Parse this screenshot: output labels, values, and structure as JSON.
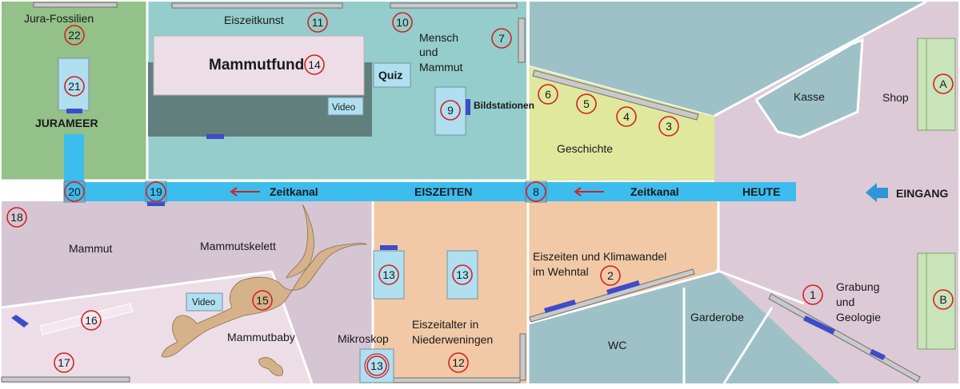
{
  "colors": {
    "jura": "#94c089",
    "eiszeit": "#94cdcb",
    "history": "#dfe89d",
    "mammut": "#d6c5d3",
    "mammutLight": "#ecdde7",
    "local": "#f1c9a6",
    "entry": "#dccad6",
    "service": "#9ec1c8",
    "timeChannel": "#3cbdee",
    "station": "#b0dff0",
    "stationStroke": "#7a8fa6",
    "marker": "#d32222",
    "wall": "#c9c9c9",
    "screen": "#3f4cc8",
    "skeleton": "#d5b28a",
    "shop": "#c9e3ba",
    "arrow": "#2f95d9"
  },
  "areas": {
    "jura_fossils": "Jura-Fossilien",
    "ice_age_art": "Eiszeitkunst",
    "human_mammoth_1": "Mensch",
    "human_mammoth_2": "und",
    "human_mammoth_3": "Mammut",
    "mammoth_find": "Mammutfund",
    "quiz": "Quiz",
    "video_top": "Video",
    "photo_stations": "Bildstationen",
    "jura_sea": "JURAMEER",
    "history": "Geschichte",
    "cash": "Kasse",
    "shop": "Shop",
    "entrance": "EINGANG",
    "mammoth": "Mammut",
    "mammoth_skeleton": "Mammutskelett",
    "video_bottom": "Video",
    "baby_mammoth": "Mammutbaby",
    "microscope": "Mikroskop",
    "ice_ages_climate_1": "Eiszeiten und Klimawandel",
    "ice_ages_climate_2": "im Wehntal",
    "ice_age_niederweningen_1": "Eiszeitalter in",
    "ice_age_niederweningen_2": "Niederweningen",
    "wc": "WC",
    "cloakroom": "Garderobe",
    "excavation_1": "Grabung",
    "excavation_2": "und",
    "excavation_3": "Geologie"
  },
  "time_channel": {
    "left_label": "Zeitkanal",
    "center_label": "EISZEITEN",
    "right_label": "Zeitkanal",
    "end_label": "HEUTE"
  },
  "markers": {
    "m1": "1",
    "m2": "2",
    "m3": "3",
    "m4": "4",
    "m5": "5",
    "m6": "6",
    "m7": "7",
    "m8": "8",
    "m9": "9",
    "m10": "10",
    "m11": "11",
    "m12": "12",
    "m13a": "13",
    "m13b": "13",
    "m13c": "13",
    "m14": "14",
    "m15": "15",
    "m16": "16",
    "m17": "17",
    "m18": "18",
    "m19": "19",
    "m20": "20",
    "m21": "21",
    "m22": "22",
    "mA": "A",
    "mB": "B"
  }
}
